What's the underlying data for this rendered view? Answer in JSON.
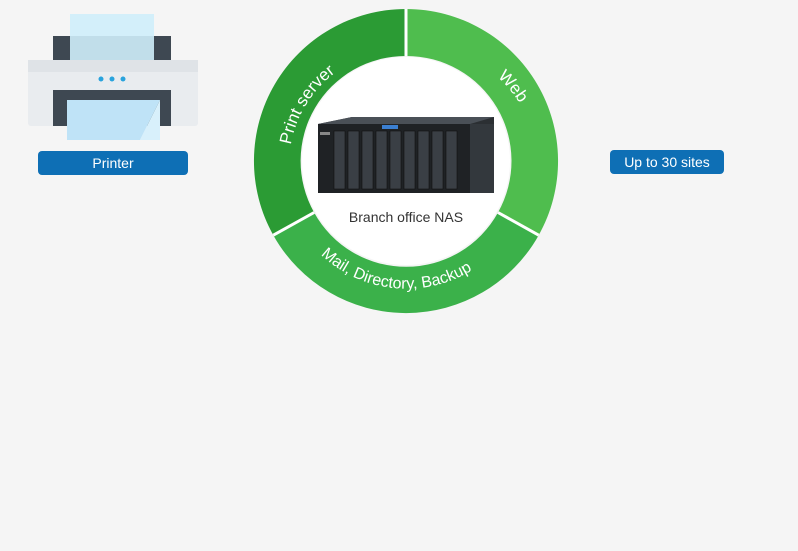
{
  "diagram": {
    "center_label": "Branch office NAS",
    "ring_segments": {
      "top_left": "Print server",
      "top_right": "Web",
      "bottom": "Mail, Directory, Backup"
    },
    "printer_label": "Printer",
    "sites_label": "Up to 30 sites"
  },
  "colors": {
    "ring_dark": "#2b9b34",
    "ring_mid": "#3bb14a",
    "ring_light": "#4fbd4e",
    "connector": "#2fa33a",
    "client_connector": "#1f6fb0",
    "pill": "#0e6fb5",
    "screen": "#bfe3f7",
    "device_frame": "#3e4852"
  },
  "icons": [
    "printer-icon",
    "browser-windows-icon",
    "globe-icon",
    "nas-icon",
    "laptop-icon",
    "monitor-icon",
    "desktop-icon"
  ]
}
